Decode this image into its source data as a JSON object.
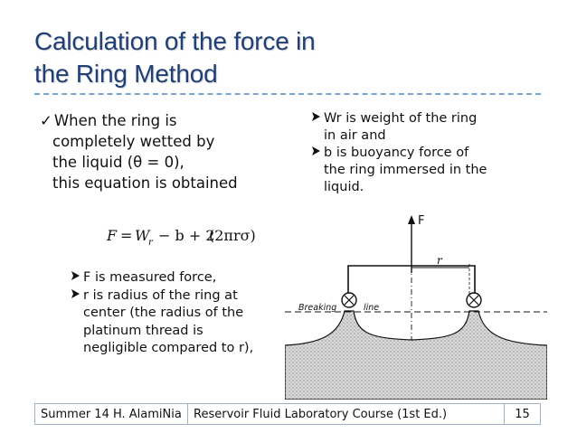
{
  "slide": {
    "title_line1": "Calculation of the force in",
    "title_line2": "the Ring Method"
  },
  "left_text": {
    "check_mark": "✓",
    "line1": "When the ring is",
    "line2": "completely wetted by",
    "line3": "the liquid (θ = 0),",
    "line4": "this equation is obtained"
  },
  "formula": {
    "F": "F",
    "eq": "=",
    "W": "W",
    "W_sub": "r",
    "minus_b": "− b + 2",
    "paren": "(2πrσ)"
  },
  "right_text": {
    "item1_line1": "Wr is weight of the ring",
    "item1_line2": "in air and",
    "item2_line1": "b is buoyancy force of",
    "item2_line2": "the ring immersed in the",
    "item2_line3": "liquid."
  },
  "sub_bullets": {
    "item1": "F is measured force,",
    "item2_line1": "r is radius of the ring at",
    "item2_line2": "center (the radius of the",
    "item2_line3": "platinum thread is",
    "item2_line4": "negligible compared to r),"
  },
  "diagram": {
    "force_label": "F",
    "radius_label": "r",
    "breaking_label": "Breaking",
    "line_label": "line"
  },
  "footer": {
    "left": "Summer 14 H. AlamiNia",
    "center": "Reservoir Fluid Laboratory Course (1st Ed.)",
    "page": "15"
  },
  "colors": {
    "title": "#1f3f76",
    "rule": "#7aa3cf",
    "footer_border": "#9fb2c7"
  }
}
